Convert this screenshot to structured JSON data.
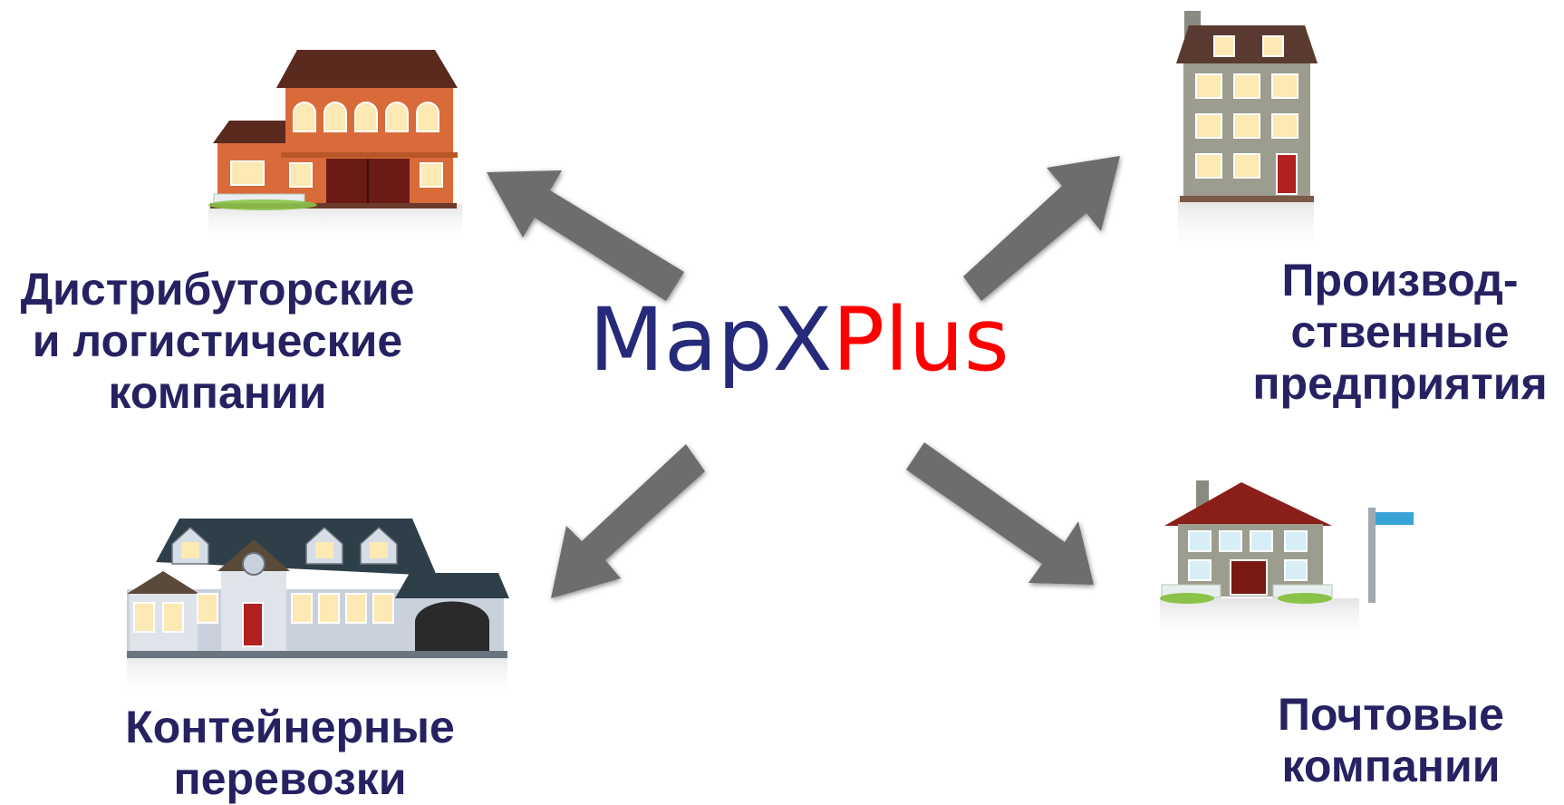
{
  "center": {
    "part1": "MapX",
    "part2": "Plus",
    "color1": "#262a7a",
    "color2": "#ff0000"
  },
  "nodes": [
    {
      "id": "distribution",
      "lines": [
        "Дистрибуторские",
        "и логистические",
        "компании"
      ]
    },
    {
      "id": "production",
      "lines": [
        "Производ-",
        "ственные",
        "предприятия"
      ]
    },
    {
      "id": "container",
      "lines": [
        "Контейнерные",
        "перевозки"
      ]
    },
    {
      "id": "postal",
      "lines": [
        "Почтовые",
        "компании"
      ]
    }
  ],
  "colors": {
    "label": "#262262",
    "arrow": "#6d6d6d"
  }
}
